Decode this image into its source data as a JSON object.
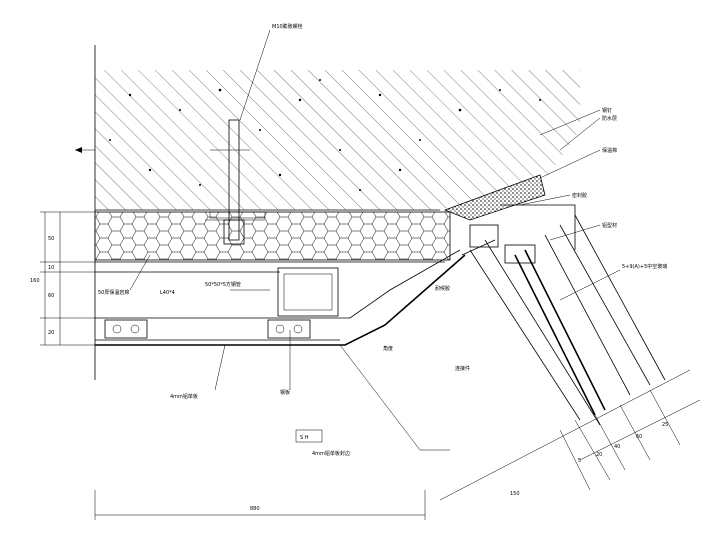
{
  "labels": {
    "bolt_top": "M10膨胀螺栓",
    "right_1": "钢钉",
    "right_2": "防水层",
    "right_3": "保温棉",
    "right_4": "密封胶",
    "right_5": "铝型材",
    "right_glass": "5+9(A)+5中空玻璃",
    "right_bracket": "连接件",
    "left_insul": "50厚保温岩棉",
    "center_left": "L40*4",
    "tube": "50*50*5方钢管",
    "bottom_angle": "钢板",
    "plate_bottom": "4mm铝单板",
    "seal_bottom": "耐候胶",
    "angle_mark": "角度",
    "box_tag": "S H",
    "note": "4mm铝单板封边",
    "bottom_dim": "880"
  },
  "dimensions": {
    "left_total": "160",
    "left_1": "50",
    "left_2": "10",
    "left_3": "60",
    "left_4": "20",
    "bottom_right_total": "150",
    "bottom_r1": "5",
    "bottom_r2": "20",
    "bottom_r3": "40",
    "bottom_r4": "60",
    "bottom_r5": "25"
  }
}
